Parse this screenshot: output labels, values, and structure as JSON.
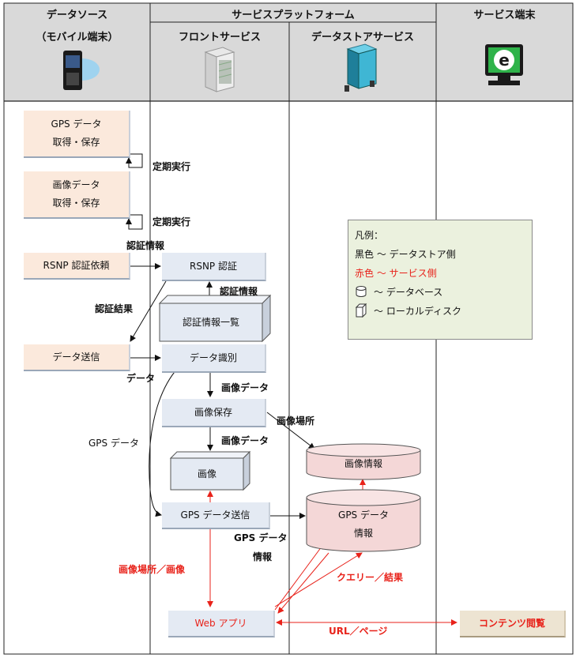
{
  "header": {
    "col1_title": "データソース",
    "col1_subtitle": "（モバイル端末）",
    "col2_title": "サービスプラットフォーム",
    "col2a_title": "フロントサービス",
    "col2b_title": "データストアサービス",
    "col3_title": "サービス端末"
  },
  "boxes": {
    "gps_acquire": "GPS データ\n取得・保存",
    "image_acquire": "画像データ\n取得・保存",
    "rsnp_request": "RSNP 認証依頼",
    "rsnp_auth": "RSNP 認証",
    "auth_list": "認証情報一覧",
    "data_send": "データ送信",
    "data_identify": "データ識別",
    "image_save": "画像保存",
    "image": "画像",
    "gps_send": "GPS データ送信",
    "image_info": "画像情報",
    "gps_info": "GPS データ\n情報",
    "web_app": "Web アプリ",
    "contents_view": "コンテンツ閲覧"
  },
  "labels": {
    "periodic1": "定期実行",
    "periodic2": "定期実行",
    "auth_info_top": "認証情報",
    "auth_info_right": "認証情報",
    "auth_result": "認証結果",
    "data": "データ",
    "image_data1": "画像データ",
    "image_data2": "画像データ",
    "gps_data_left": "GPS データ",
    "image_location": "画像場所",
    "gps_data_info_1": "GPS データ",
    "gps_data_info_2": "情報",
    "image_location_image": "画像場所／画像",
    "query_result": "クエリー／結果",
    "url_page": "URL／ページ"
  },
  "legend": {
    "title": "凡例：",
    "black": "黒色 〜 データストア側",
    "red": "赤色 〜 サービス側",
    "database": "〜 データベース",
    "local_disk": "〜 ローカルディスク"
  },
  "icons": {
    "col1": "mobile-phone-icon",
    "col2a": "server-icon",
    "col2b": "storage-server-icon",
    "col3": "e-terminal-icon"
  },
  "colors": {
    "peach": "#fbe9dc",
    "blue": "#e4eaf3",
    "db_pink": "#f4d7d7",
    "legend_bg": "#ebf1de",
    "service_red": "#e8221a",
    "header_bg": "#d9d9d9"
  }
}
